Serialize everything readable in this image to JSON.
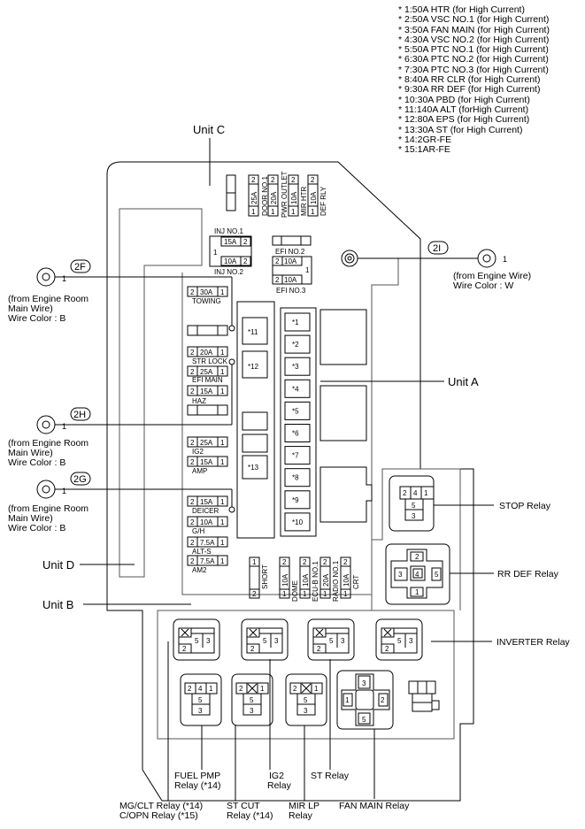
{
  "notes": [
    "* 1:50A HTR (for High Current)",
    "* 2:50A VSC NO.1 (for High Current)",
    "* 3:50A FAN MAIN (for High Current)",
    "* 4:30A VSC NO.2 (for High Current)",
    "* 5:50A PTC NO.1 (for High Current)",
    "* 6:30A PTC NO.2 (for High Current)",
    "* 7:30A PTC NO.3 (for High Current)",
    "* 8:40A RR CLR (for High Current)",
    "* 9:30A RR DEF (for High Current)",
    "* 10:30A PBD (for High Current)",
    "* 11:140A ALT (forHigh Current)",
    "* 12:80A EPS (for High Current)",
    "* 13:30A ST (for High Current)",
    "* 14:2GR-FE",
    "* 15:1AR-FE"
  ],
  "units": {
    "c": "Unit C",
    "a": "Unit A",
    "d": "Unit D",
    "b": "Unit B"
  },
  "connectors": {
    "2F": {
      "id": "2F",
      "pin": "1",
      "desc1": "(from Engine Room",
      "desc2": "Main Wire)",
      "desc3": "Wire Color : B"
    },
    "2H": {
      "id": "2H",
      "pin": "1",
      "desc1": "(from Engine Room",
      "desc2": "Main Wire)",
      "desc3": "Wire Color : B"
    },
    "2G": {
      "id": "2G",
      "pin": "1",
      "desc1": "(from Engine Room",
      "desc2": "Main Wire)",
      "desc3": "Wire Color : B"
    },
    "2I": {
      "id": "2I",
      "pin": "1",
      "desc1": "(from Engine Wire)",
      "desc2": "Wire Color : W"
    }
  },
  "top_fuses": {
    "door": {
      "amp": "25A",
      "name": "DOOR NO.1",
      "n2": "2",
      "n1": "1"
    },
    "pwr": {
      "amp": "20A",
      "name": "PWR OUTLET",
      "n2": "2",
      "n1": "1"
    },
    "mir": {
      "amp": "10A",
      "name": "MIR HTR",
      "n2": "2",
      "n1": "1"
    },
    "def": {
      "amp": "10A",
      "name": "DEF RLY",
      "n2": "2",
      "n1": "1"
    }
  },
  "inj": {
    "label1": "INJ NO.1",
    "amp1": "15A",
    "label2": "INJ NO.2",
    "amp2": "10A",
    "p1": "1",
    "p2": "2"
  },
  "efi": {
    "label1": "EFI NO.2",
    "amp": "10A",
    "label3": "EFI NO.3",
    "amp3": "10A",
    "p1": "1",
    "p2": "2"
  },
  "left_fuses": [
    {
      "amp": "30A",
      "name": "TOWING"
    },
    {
      "amp": "20A",
      "name": "STR LOCK"
    },
    {
      "amp": "25A",
      "name": "EFI MAIN"
    },
    {
      "amp": "15A",
      "name": "HAZ"
    },
    {
      "amp": "25A",
      "name": "IG2"
    },
    {
      "amp": "15A",
      "name": "AMP"
    },
    {
      "amp": "15A",
      "name": "DEICER"
    },
    {
      "amp": "10A",
      "name": "G/H"
    },
    {
      "amp": "7.5A",
      "name": "ALT-S"
    },
    {
      "amp": "7.5A",
      "name": "AM2"
    }
  ],
  "pins": {
    "one": "1",
    "two": "2",
    "three": "3",
    "four": "4",
    "five": "5"
  },
  "big_fuses": [
    "*11",
    "*12",
    "*13"
  ],
  "unit_a_fuses": [
    "*1",
    "*2",
    "*3",
    "*4",
    "*5",
    "*6",
    "*7",
    "*8",
    "*9",
    "*10"
  ],
  "short_label": "SHORT",
  "bottom_fuses": [
    {
      "amp": "10A",
      "name": "DOME"
    },
    {
      "amp": "10A",
      "name": "ECU-B NO.1"
    },
    {
      "amp": "20A",
      "name": "RADIO NO.1"
    },
    {
      "amp": "10A",
      "name": "CRT"
    }
  ],
  "relays": {
    "stop": "STOP Relay",
    "rrdef": "RR DEF Relay",
    "inverter": "INVERTER Relay",
    "fuel1": "FUEL PMP",
    "fuel2": "Relay (*14)",
    "ig2_1": "IG2",
    "ig2_2": "Relay",
    "st": "ST Relay",
    "mg1": "MG/CLT Relay (*14)",
    "mg2": "C/OPN Relay (*15)",
    "stcut1": "ST CUT",
    "stcut2": "Relay (*14)",
    "mir1": "MIR LP",
    "mir2": "Relay",
    "fan": "FAN MAIN Relay"
  }
}
